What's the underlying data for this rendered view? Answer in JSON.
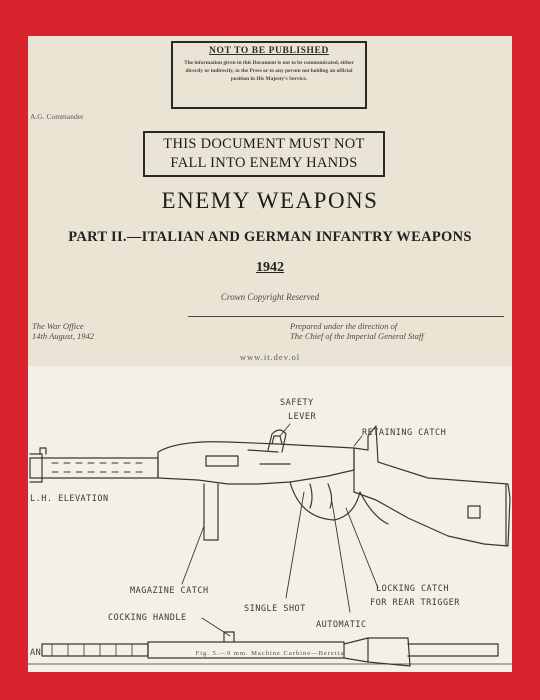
{
  "notice": {
    "title": "NOT TO BE PUBLISHED",
    "body": "The information given in this Document is not to be communicated, either directly or indirectly, to the Press or to any person not holding an official position in His Majesty's Service."
  },
  "small_ref": "A.G. Commander",
  "warning": {
    "line1": "THIS DOCUMENT MUST NOT",
    "line2": "FALL INTO ENEMY HANDS"
  },
  "title": "ENEMY WEAPONS",
  "subtitle": "PART II.—ITALIAN AND GERMAN INFANTRY WEAPONS",
  "year": "1942",
  "crown": "Crown Copyright Reserved",
  "war_office": {
    "line1": "The War Office",
    "line2": "14th August, 1942"
  },
  "prepared": {
    "line1": "Prepared under the direction of",
    "line2": "The Chief of the Imperial General Staff"
  },
  "website": "www.it.dev.ol",
  "drawing_labels": {
    "safety_1": "SAFETY",
    "safety_2": "LEVER",
    "retaining": "RETAINING CATCH",
    "elevation": "L.H. ELEVATION",
    "magazine": "MAGAZINE CATCH",
    "cocking": "COCKING HANDLE",
    "single": "SINGLE SHOT",
    "automatic": "AUTOMATIC",
    "locking_1": "LOCKING CATCH",
    "locking_2": "FOR REAR TRIGGER",
    "plan": "AN"
  },
  "caption": "Fig. 5.—9 mm. Machine Carbine—Beretta"
}
